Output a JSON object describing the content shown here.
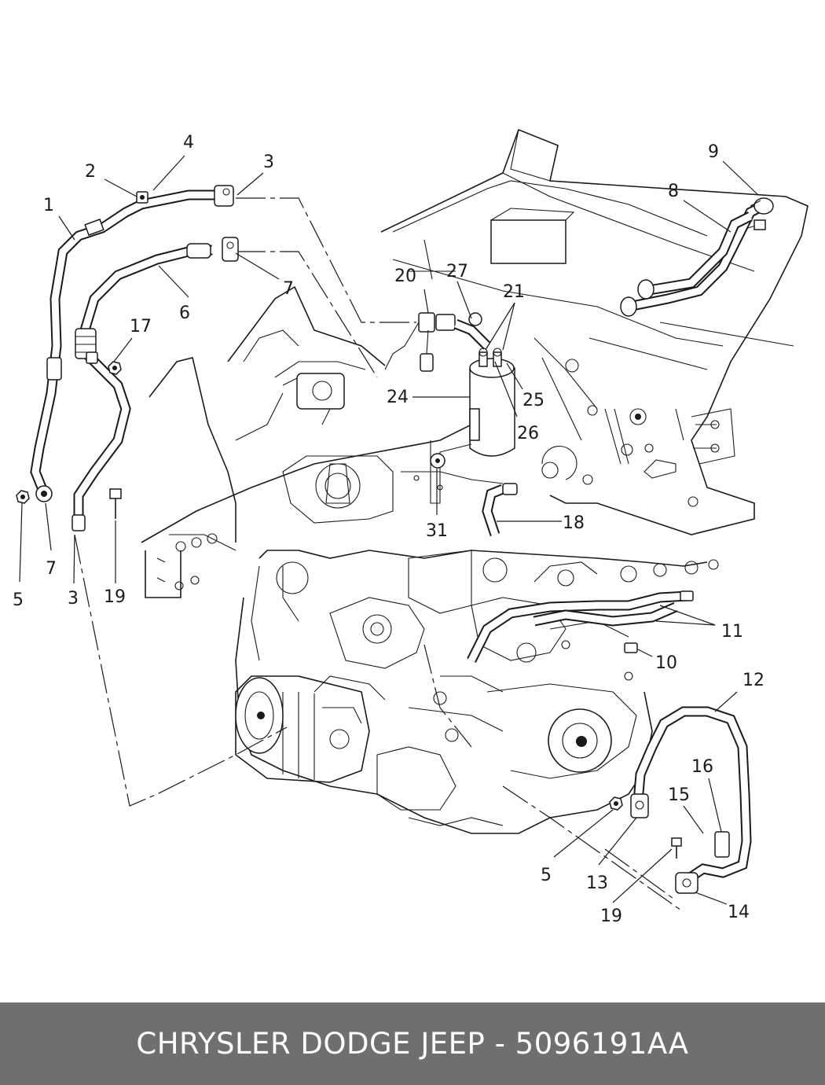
{
  "footer": {
    "caption": "CHRYSLER DODGE JEEP - 5096191AA"
  },
  "callouts": {
    "c1": "1",
    "c2": "2",
    "c3a": "3",
    "c3b": "3",
    "c4": "4",
    "c5a": "5",
    "c5b": "5",
    "c6": "6",
    "c7a": "7",
    "c7b": "7",
    "c8": "8",
    "c9": "9",
    "c10": "10",
    "c11": "11",
    "c12": "12",
    "c13": "13",
    "c14": "14",
    "c15": "15",
    "c16": "16",
    "c17": "17",
    "c18": "18",
    "c19a": "19",
    "c19b": "19",
    "c20": "20",
    "c21": "21",
    "c24": "24",
    "c25": "25",
    "c26": "26",
    "c27": "27",
    "c31": "31"
  }
}
